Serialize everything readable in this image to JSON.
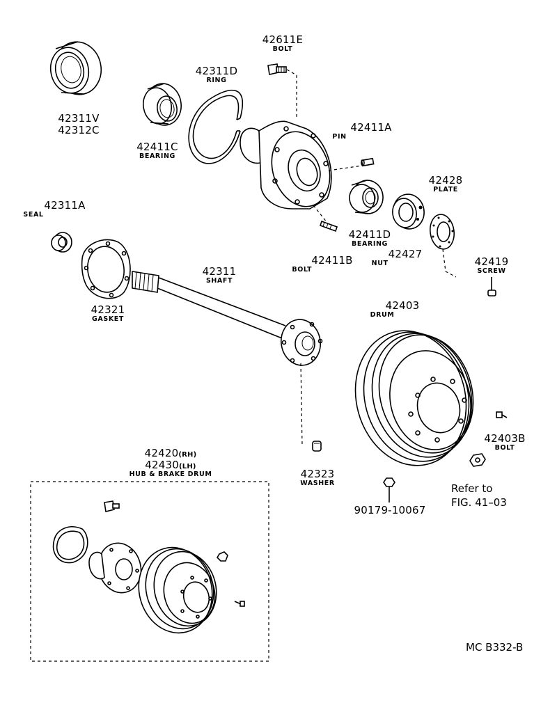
{
  "parts": {
    "p42311v": {
      "numbers": [
        "42311V",
        "42312C"
      ]
    },
    "p42411c": {
      "number": "42411C",
      "name": "BEARING"
    },
    "p42311d": {
      "number": "42311D",
      "name": "RING"
    },
    "p42611e": {
      "number": "42611E",
      "name": "BOLT"
    },
    "p42411a": {
      "number": "42411A",
      "name": "PIN"
    },
    "p42428": {
      "number": "42428",
      "name": "PLATE"
    },
    "p42311a": {
      "number": "42311A",
      "name": "SEAL"
    },
    "p42411d": {
      "number": "42411D",
      "name": "BEARING"
    },
    "p42411b": {
      "number": "42411B",
      "name": "BOLT"
    },
    "p42427": {
      "number": "42427",
      "name": "NUT"
    },
    "p42419": {
      "number": "42419",
      "name": "SCREW"
    },
    "p42311": {
      "number": "42311",
      "name": "SHAFT"
    },
    "p42321": {
      "number": "42321",
      "name": "GASKET"
    },
    "p42403": {
      "number": "42403",
      "name": "DRUM"
    },
    "p42403b": {
      "number": "42403B",
      "name": "BOLT"
    },
    "p42323": {
      "number": "42323",
      "name": "WASHER"
    },
    "p90179": {
      "number": "90179-10067"
    },
    "assembly": {
      "number_rh": "42420",
      "suffix_rh": "(RH)",
      "number_lh": "42430",
      "suffix_lh": "(LH)",
      "name": "HUB & BRAKE DRUM"
    }
  },
  "reference": {
    "line1": "Refer to",
    "line2": "FIG. 41–03"
  },
  "figure_code": "MC B332-B"
}
